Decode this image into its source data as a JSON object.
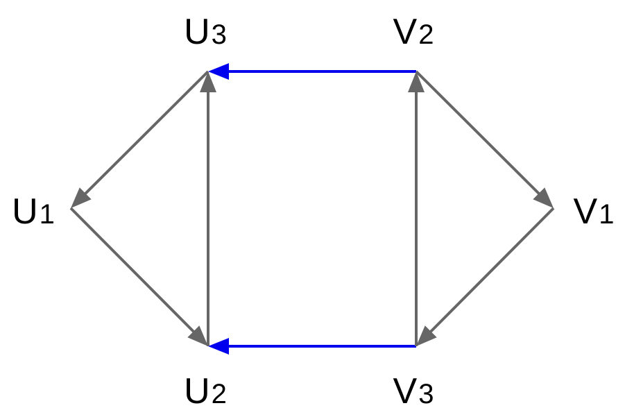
{
  "colors": {
    "default_edge": "#666666",
    "highlight_edge": "#0000ee",
    "label": "#000000",
    "background": "#ffffff"
  },
  "nodes": [
    {
      "id": "U1",
      "letter": "U",
      "sub": "1"
    },
    {
      "id": "U2",
      "letter": "U",
      "sub": "2"
    },
    {
      "id": "U3",
      "letter": "U",
      "sub": "3"
    },
    {
      "id": "V1",
      "letter": "V",
      "sub": "1"
    },
    {
      "id": "V2",
      "letter": "V",
      "sub": "2"
    },
    {
      "id": "V3",
      "letter": "V",
      "sub": "3"
    }
  ],
  "edges": [
    {
      "from": "U3",
      "to": "U1",
      "highlight": false
    },
    {
      "from": "U1",
      "to": "U2",
      "highlight": false
    },
    {
      "from": "U2",
      "to": "U3",
      "highlight": false
    },
    {
      "from": "V2",
      "to": "U3",
      "highlight": true
    },
    {
      "from": "V3",
      "to": "U2",
      "highlight": true
    },
    {
      "from": "V3",
      "to": "V2",
      "highlight": false
    },
    {
      "from": "V2",
      "to": "V1",
      "highlight": false
    },
    {
      "from": "V1",
      "to": "V3",
      "highlight": false
    }
  ]
}
